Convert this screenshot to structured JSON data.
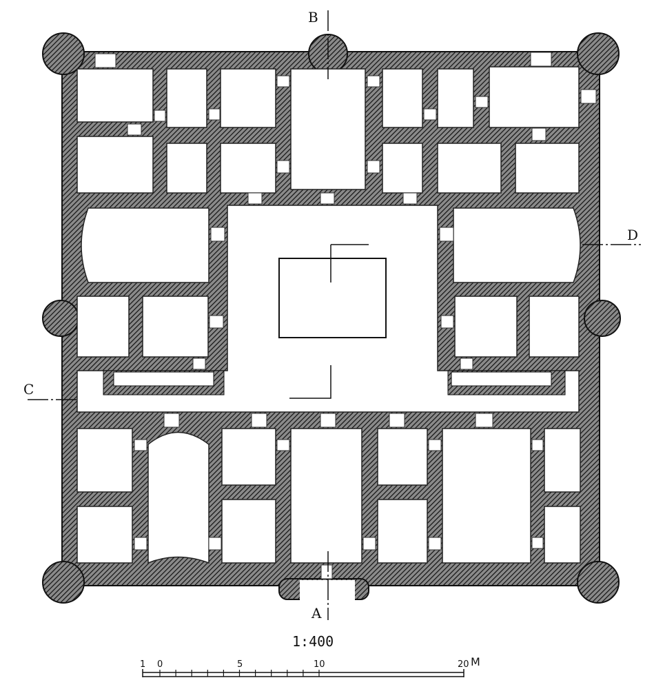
{
  "plan": {
    "section_labels": {
      "a": "A",
      "b": "B",
      "c": "C",
      "d": "D"
    },
    "scale_ratio": "1:400",
    "scale_bar": {
      "ticks": [
        "1",
        "0",
        "5",
        "10",
        "20"
      ],
      "unit": "M"
    },
    "colors": {
      "wall": "#3a3a3a",
      "hatch": "#111111",
      "room": "#ffffff"
    }
  }
}
